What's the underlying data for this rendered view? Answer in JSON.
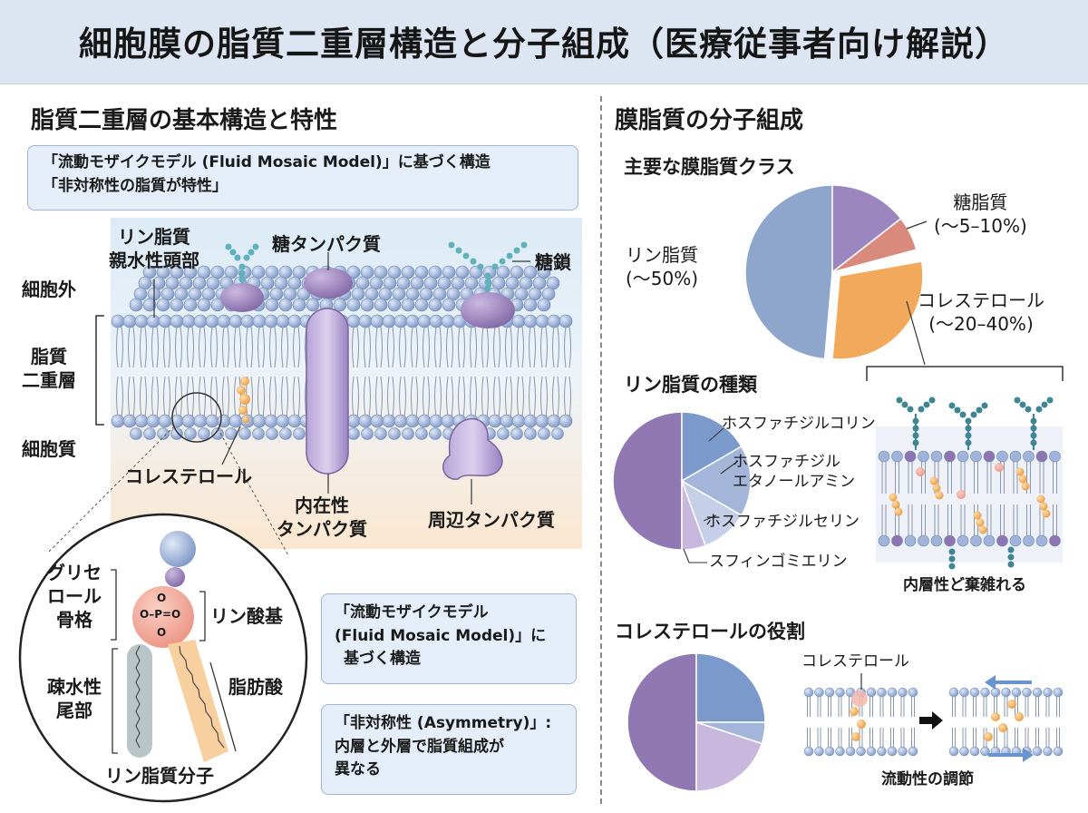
{
  "title": "細胞膜の脂質二重層構造と分子組成（医療従事者向け解説）",
  "left": {
    "heading": "脂質二重層の基本構造と特性",
    "top_box": {
      "line1": "「流動モザイクモデル (Fluid Mosaic Model)」に基づく構造",
      "line2": "「非対称性の脂質が特性」"
    },
    "labels": {
      "head_l1": "リン脂質",
      "head_l2": "親水性頭部",
      "glycoprotein": "糖タンパク質",
      "glycan": "糖鎖",
      "extracellular": "細胞外",
      "bilayer_l1": "脂質",
      "bilayer_l2": "二重層",
      "cytoplasm": "細胞質",
      "cholesterol": "コレステロール",
      "integral_l1": "内在性",
      "integral_l2": "タンパク質",
      "peripheral": "周辺タンパク質"
    },
    "molecule": {
      "glycerol_l1": "グリセ",
      "glycerol_l2": "ロール",
      "glycerol_l3": "骨格",
      "phosphate": "リン酸基",
      "tail_l1": "疎水性",
      "tail_l2": "尾部",
      "fatty_acid": "脂肪酸",
      "caption": "リン脂質分子",
      "o1": "O",
      "o2": "O–P=O",
      "o3": "O"
    },
    "box_fluid": {
      "line1": "「流動モザイクモデル",
      "line2": "(Fluid Mosaic Model)」に",
      "line3": "基づく構造"
    },
    "box_asym": {
      "line1": "「非対称性 (Asymmetry)」:",
      "line2": "内層と外層で脂質組成が",
      "line3": "異なる"
    }
  },
  "right": {
    "heading": "膜脂質の分子組成",
    "classes": {
      "subheading": "主要な膜脂質クラス",
      "phospholipid": "リン脂質",
      "phospholipid_pct": "(～50%)",
      "glycolipid": "糖脂質",
      "glycolipid_pct": "(～5–10%)",
      "cholesterol": "コレステロール",
      "cholesterol_pct": "(～20–40%)"
    },
    "types": {
      "subheading": "リン脂質の種類",
      "pc": "ホスファチジルコリン",
      "pe_l1": "ホスファチジル",
      "pe_l2": "エタノールアミン",
      "ps": "ホスファチジルセリン",
      "sm": "スフィンゴミエリン",
      "inner": "内層性ど棄雑れる"
    },
    "role": {
      "subheading": "コレステロールの役割",
      "cholesterol": "コレステロール",
      "fluidity": "流動性の調節"
    }
  },
  "colors": {
    "title_bg": "#dde5f2",
    "phospholipid": "#8fa6cc",
    "glycolipid": "#8f7bb3",
    "glycolipid_pink": "#d98a7c",
    "cholesterol": "#f3a95b",
    "purple": "#8e74b0",
    "head_blue": "#9fb4d8"
  }
}
